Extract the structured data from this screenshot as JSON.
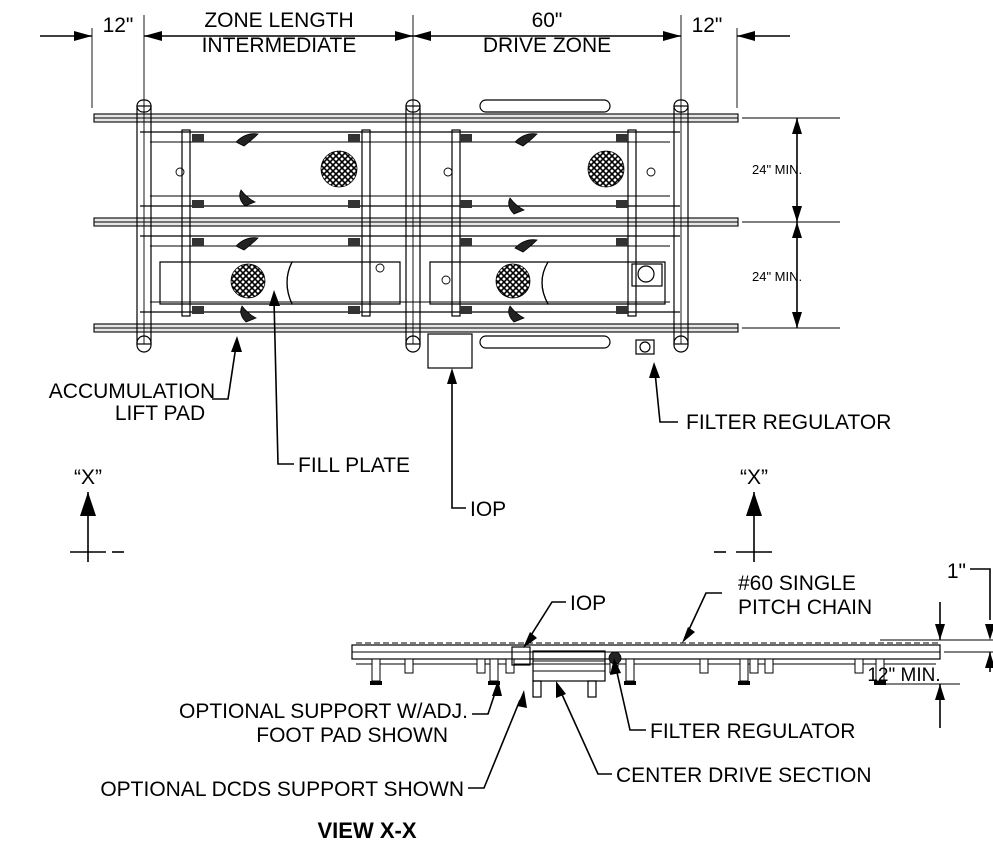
{
  "dimensions": {
    "left_end": "12\"",
    "zone_length_line1": "ZONE LENGTH",
    "zone_length_line2": "INTERMEDIATE",
    "drive_zone_line1": "60\"",
    "drive_zone_line2": "DRIVE ZONE",
    "right_end": "12\"",
    "width_upper": "24\" MIN.",
    "width_lower": "24\" MIN.",
    "chain_offset": "1\"",
    "height_min": "12\" MIN."
  },
  "callouts": {
    "accumulation_line1": "ACCUMULATION",
    "accumulation_line2": "LIFT PAD",
    "fill_plate": "FILL PLATE",
    "iop_top": "IOP",
    "filter_regulator_top": "FILTER REGULATOR",
    "iop_side": "IOP",
    "chain_line1": "#60 SINGLE",
    "chain_line2": "PITCH CHAIN",
    "support_line1": "OPTIONAL SUPPORT W/ADJ.",
    "support_line2": "FOOT PAD SHOWN",
    "filter_regulator_side": "FILTER REGULATOR",
    "dcds_support": "OPTIONAL DCDS SUPPORT SHOWN",
    "center_drive": "CENTER DRIVE SECTION"
  },
  "section": {
    "marker_left": "“X”",
    "marker_right": "“X”",
    "view_title": "VIEW X-X"
  }
}
